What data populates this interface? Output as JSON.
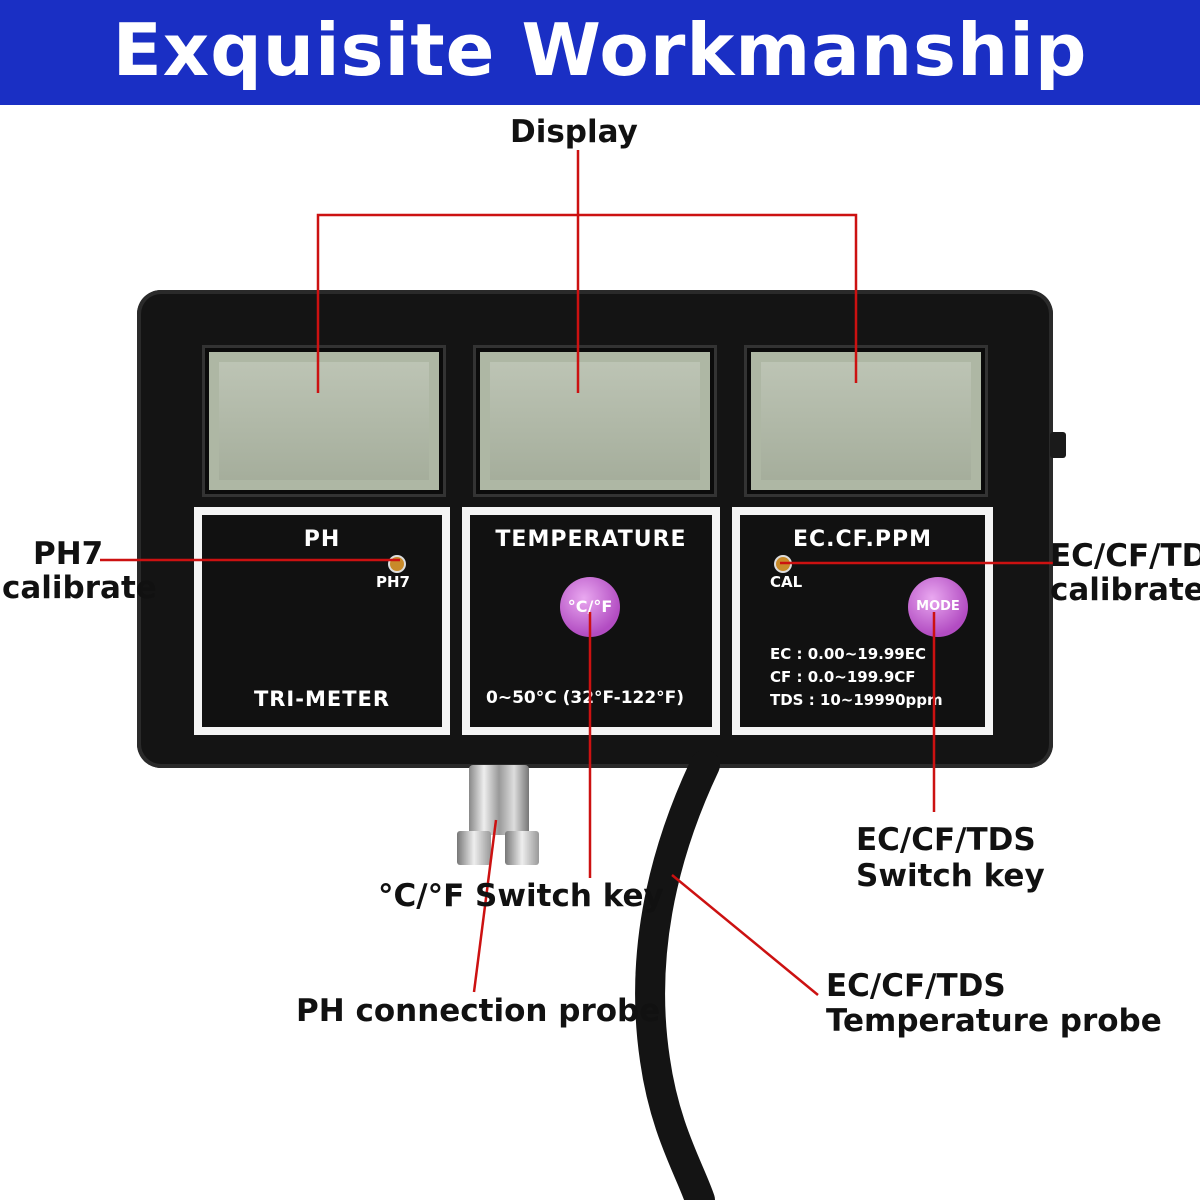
{
  "banner": {
    "title": "Exquisite Workmanship",
    "color": "#1a2fc4"
  },
  "callouts": {
    "display": "Display",
    "ph7_line1": "PH7",
    "ph7_line2": "calibrate",
    "ec_cal_line1": "EC/CF/TDS",
    "ec_cal_line2": "calibrate",
    "ec_switch_line1": "EC/CF/TDS",
    "ec_switch_line2": "Switch key",
    "temp_switch": "°C/°F Switch key",
    "ph_probe": "PH connection probe",
    "temp_probe_line1": "EC/CF/TDS",
    "temp_probe_line2": "Temperature probe"
  },
  "panels": {
    "ph": {
      "title": "PH",
      "cal_label": "PH7",
      "footer": "TRI-METER"
    },
    "temperature": {
      "title": "TEMPERATURE",
      "button": "°C/°F",
      "range": "0~50°C (32°F-122°F)"
    },
    "ec": {
      "title": "EC.CF.PPM",
      "cal_label": "CAL",
      "button": "MODE",
      "spec_ec": "EC : 0.00~19.99EC",
      "spec_cf": "CF : 0.0~199.9CF",
      "spec_tds": "TDS : 10~19990ppm"
    }
  },
  "colors": {
    "leader_line": "#cc1111",
    "button": "#c060d0",
    "lcd": "#aeb7a4"
  }
}
